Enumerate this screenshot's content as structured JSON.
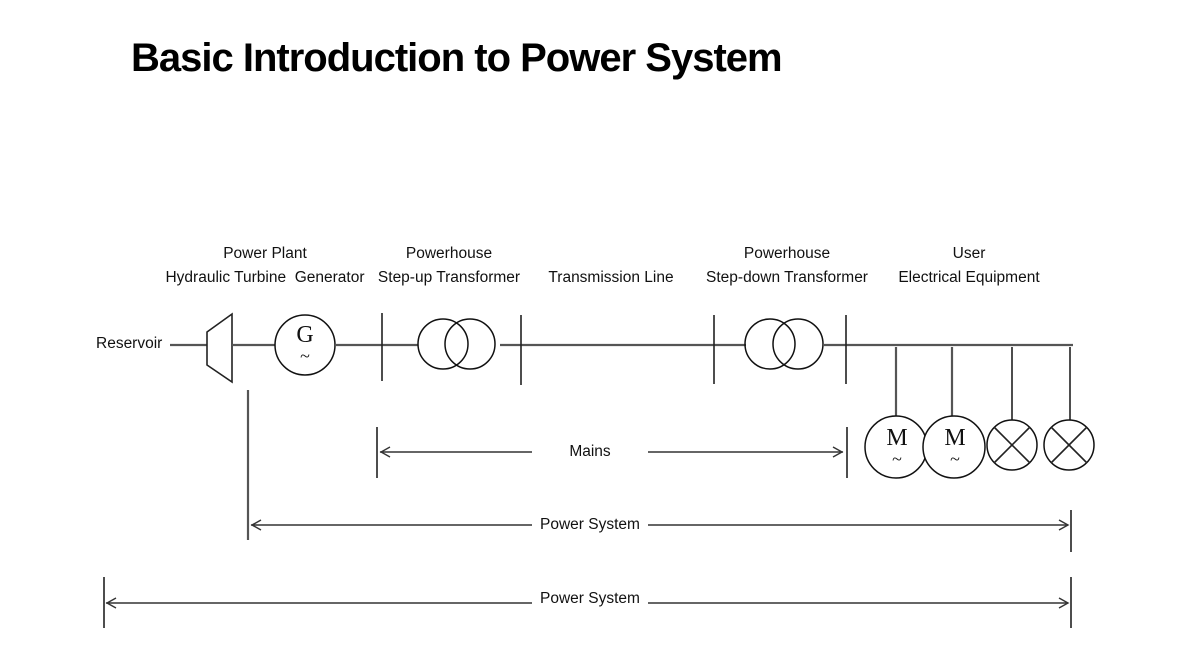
{
  "title": "Basic Introduction to Power System",
  "headers": {
    "power_plant": "Power Plant",
    "turbine_generator": "Hydraulic Turbine  Generator",
    "powerhouse_up": "Powerhouse",
    "step_up": "Step-up Transformer",
    "transmission": "Transmission Line",
    "powerhouse_down": "Powerhouse",
    "step_down": "Step-down Transformer",
    "user": "User",
    "equipment": "Electrical Equipment"
  },
  "components": {
    "reservoir": "Reservoir",
    "generator_letter": "G",
    "generator_wave": "~",
    "motor_letter": "M",
    "motor_wave": "~"
  },
  "spans": {
    "mains": "Mains",
    "power_system_1": "Power System",
    "power_system_2": "Power System"
  }
}
